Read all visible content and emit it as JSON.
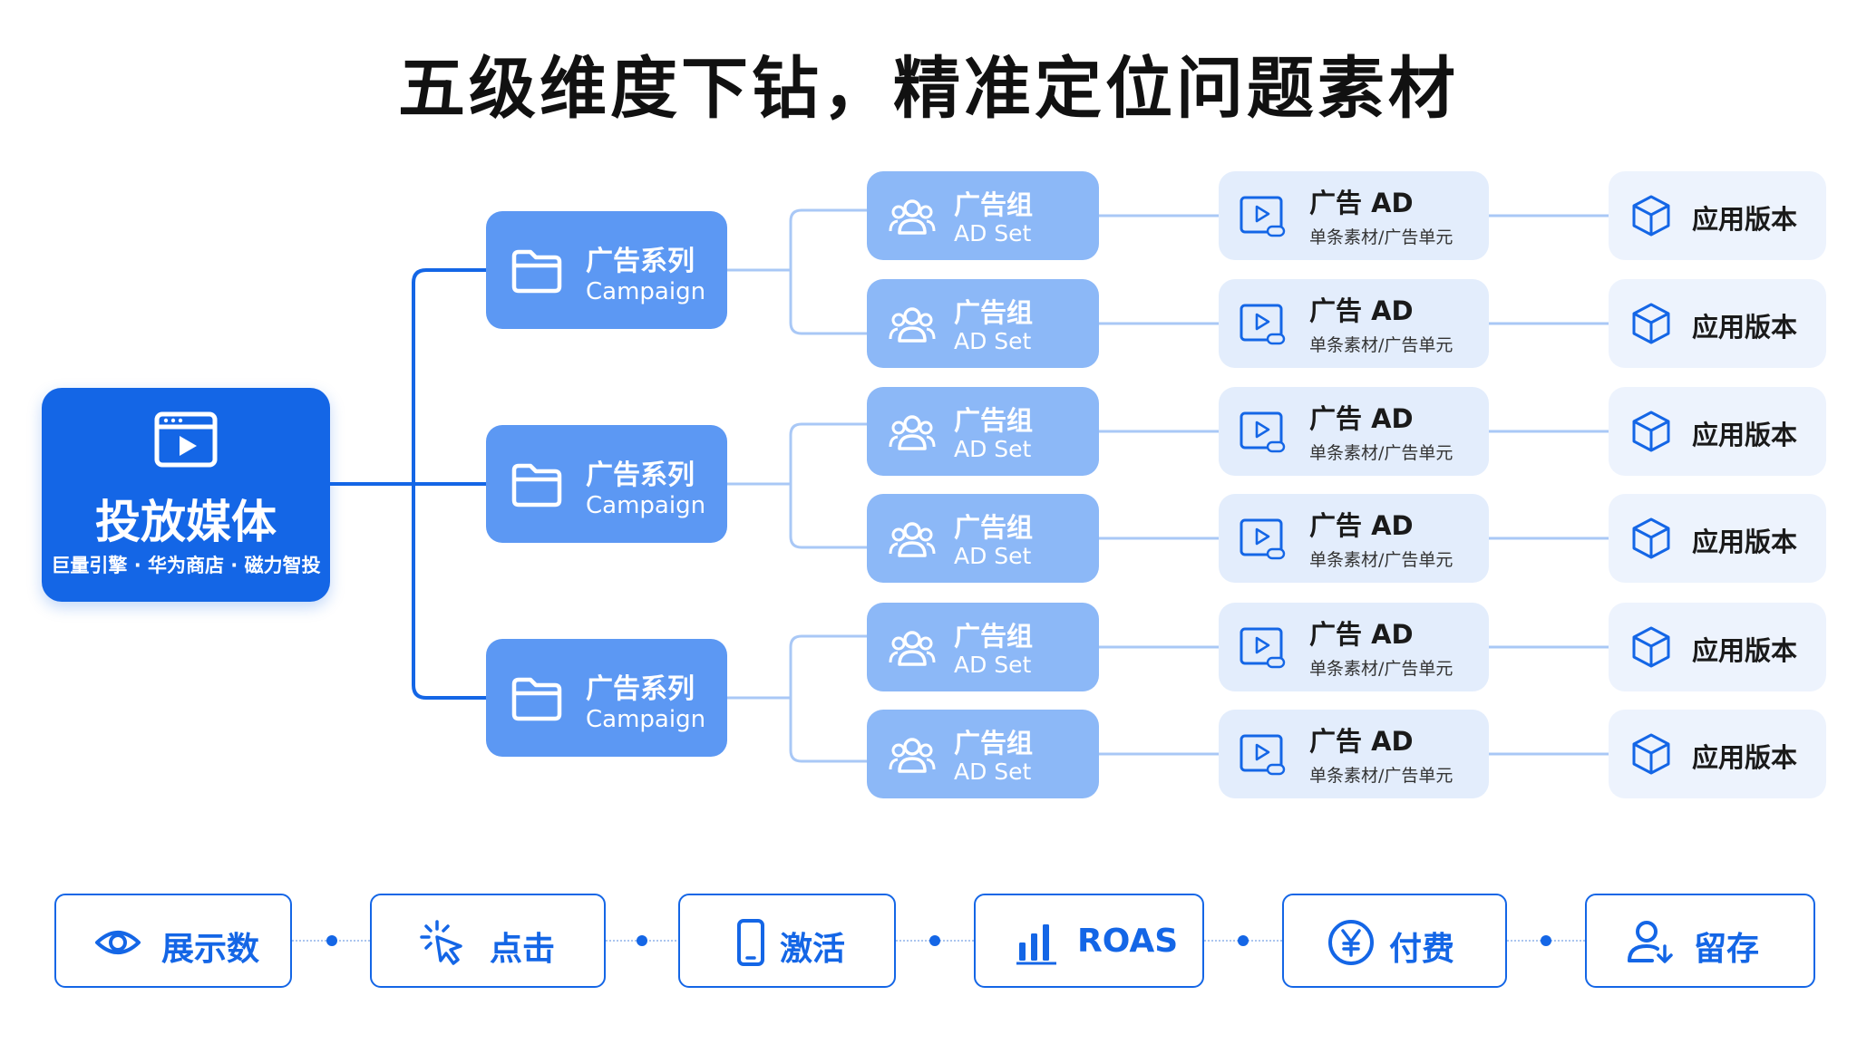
{
  "title": "五级维度下钻，精准定位问题素材",
  "root": {
    "icon": "video-window-icon",
    "label": "投放媒体",
    "sub": "巨量引擎 · 华为商店 · 磁力智投"
  },
  "campaigns": [
    {
      "icon": "folder-icon",
      "label": "广告系列",
      "sub": "Campaign"
    },
    {
      "icon": "folder-icon",
      "label": "广告系列",
      "sub": "Campaign"
    },
    {
      "icon": "folder-icon",
      "label": "广告系列",
      "sub": "Campaign"
    }
  ],
  "adsets": [
    {
      "icon": "users-icon",
      "label": "广告组",
      "sub": "AD Set"
    },
    {
      "icon": "users-icon",
      "label": "广告组",
      "sub": "AD Set"
    },
    {
      "icon": "users-icon",
      "label": "广告组",
      "sub": "AD Set"
    },
    {
      "icon": "users-icon",
      "label": "广告组",
      "sub": "AD Set"
    },
    {
      "icon": "users-icon",
      "label": "广告组",
      "sub": "AD Set"
    },
    {
      "icon": "users-icon",
      "label": "广告组",
      "sub": "AD Set"
    }
  ],
  "ads": [
    {
      "icon": "video-play-icon",
      "label": "广告 AD",
      "sub": "单条素材/广告单元"
    },
    {
      "icon": "video-play-icon",
      "label": "广告 AD",
      "sub": "单条素材/广告单元"
    },
    {
      "icon": "video-play-icon",
      "label": "广告 AD",
      "sub": "单条素材/广告单元"
    },
    {
      "icon": "video-play-icon",
      "label": "广告 AD",
      "sub": "单条素材/广告单元"
    },
    {
      "icon": "video-play-icon",
      "label": "广告 AD",
      "sub": "单条素材/广告单元"
    },
    {
      "icon": "video-play-icon",
      "label": "广告 AD",
      "sub": "单条素材/广告单元"
    }
  ],
  "versions": [
    {
      "icon": "cube-icon",
      "label": "应用版本"
    },
    {
      "icon": "cube-icon",
      "label": "应用版本"
    },
    {
      "icon": "cube-icon",
      "label": "应用版本"
    },
    {
      "icon": "cube-icon",
      "label": "应用版本"
    },
    {
      "icon": "cube-icon",
      "label": "应用版本"
    },
    {
      "icon": "cube-icon",
      "label": "应用版本"
    }
  ],
  "metrics": [
    {
      "icon": "eye-icon",
      "label": "展示数"
    },
    {
      "icon": "cursor-click-icon",
      "label": "点击"
    },
    {
      "icon": "phone-icon",
      "label": "激活"
    },
    {
      "icon": "bar-chart-icon",
      "label": "ROAS"
    },
    {
      "icon": "yen-icon",
      "label": "付费"
    },
    {
      "icon": "user-download-icon",
      "label": "留存"
    }
  ],
  "colors": {
    "primary": "#1466e6",
    "campaign": "#5c98f3",
    "adset": "#8cb8f7",
    "ad": "#e3edfc",
    "version": "#edf3fd",
    "connector": "#a9c8f6"
  }
}
